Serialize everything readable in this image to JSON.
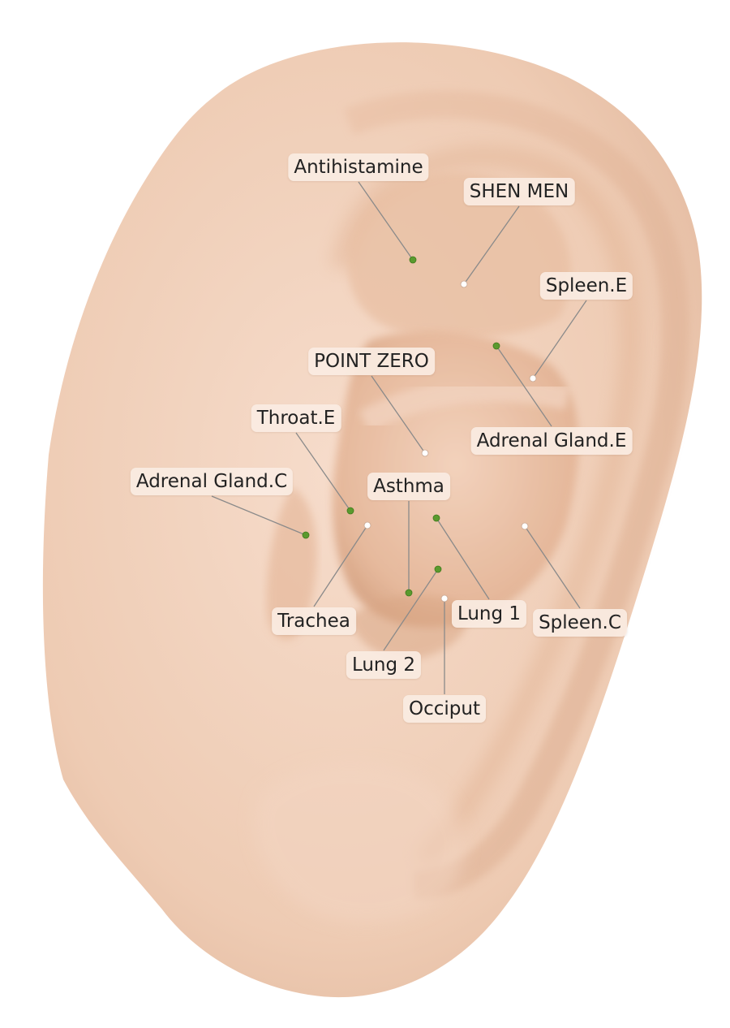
{
  "diagram": {
    "subject": "ear-acupuncture-points",
    "colors": {
      "skin": "#f0cfb8",
      "shade": "#d7a586",
      "point_green": "#5a9a2e",
      "point_white": "#ffffff",
      "leader": "#8a8a8a"
    }
  },
  "points": [
    {
      "id": "antihistamine",
      "label": "Antihistamine",
      "dot": "green"
    },
    {
      "id": "shen-men",
      "label": "SHEN MEN",
      "dot": "white"
    },
    {
      "id": "spleen-e",
      "label": "Spleen.E",
      "dot": "white"
    },
    {
      "id": "point-zero",
      "label": "POINT ZERO",
      "dot": "white"
    },
    {
      "id": "adrenal-gland-e",
      "label": "Adrenal Gland.E",
      "dot": "green"
    },
    {
      "id": "throat-e",
      "label": "Throat.E",
      "dot": "green"
    },
    {
      "id": "adrenal-gland-c",
      "label": "Adrenal Gland.C",
      "dot": "green"
    },
    {
      "id": "asthma",
      "label": "Asthma",
      "dot": "green"
    },
    {
      "id": "trachea",
      "label": "Trachea",
      "dot": "white"
    },
    {
      "id": "lung-1",
      "label": "Lung 1",
      "dot": "green"
    },
    {
      "id": "spleen-c",
      "label": "Spleen.C",
      "dot": "white"
    },
    {
      "id": "lung-2",
      "label": "Lung 2",
      "dot": "green"
    },
    {
      "id": "occiput",
      "label": "Occiput",
      "dot": "white"
    }
  ]
}
